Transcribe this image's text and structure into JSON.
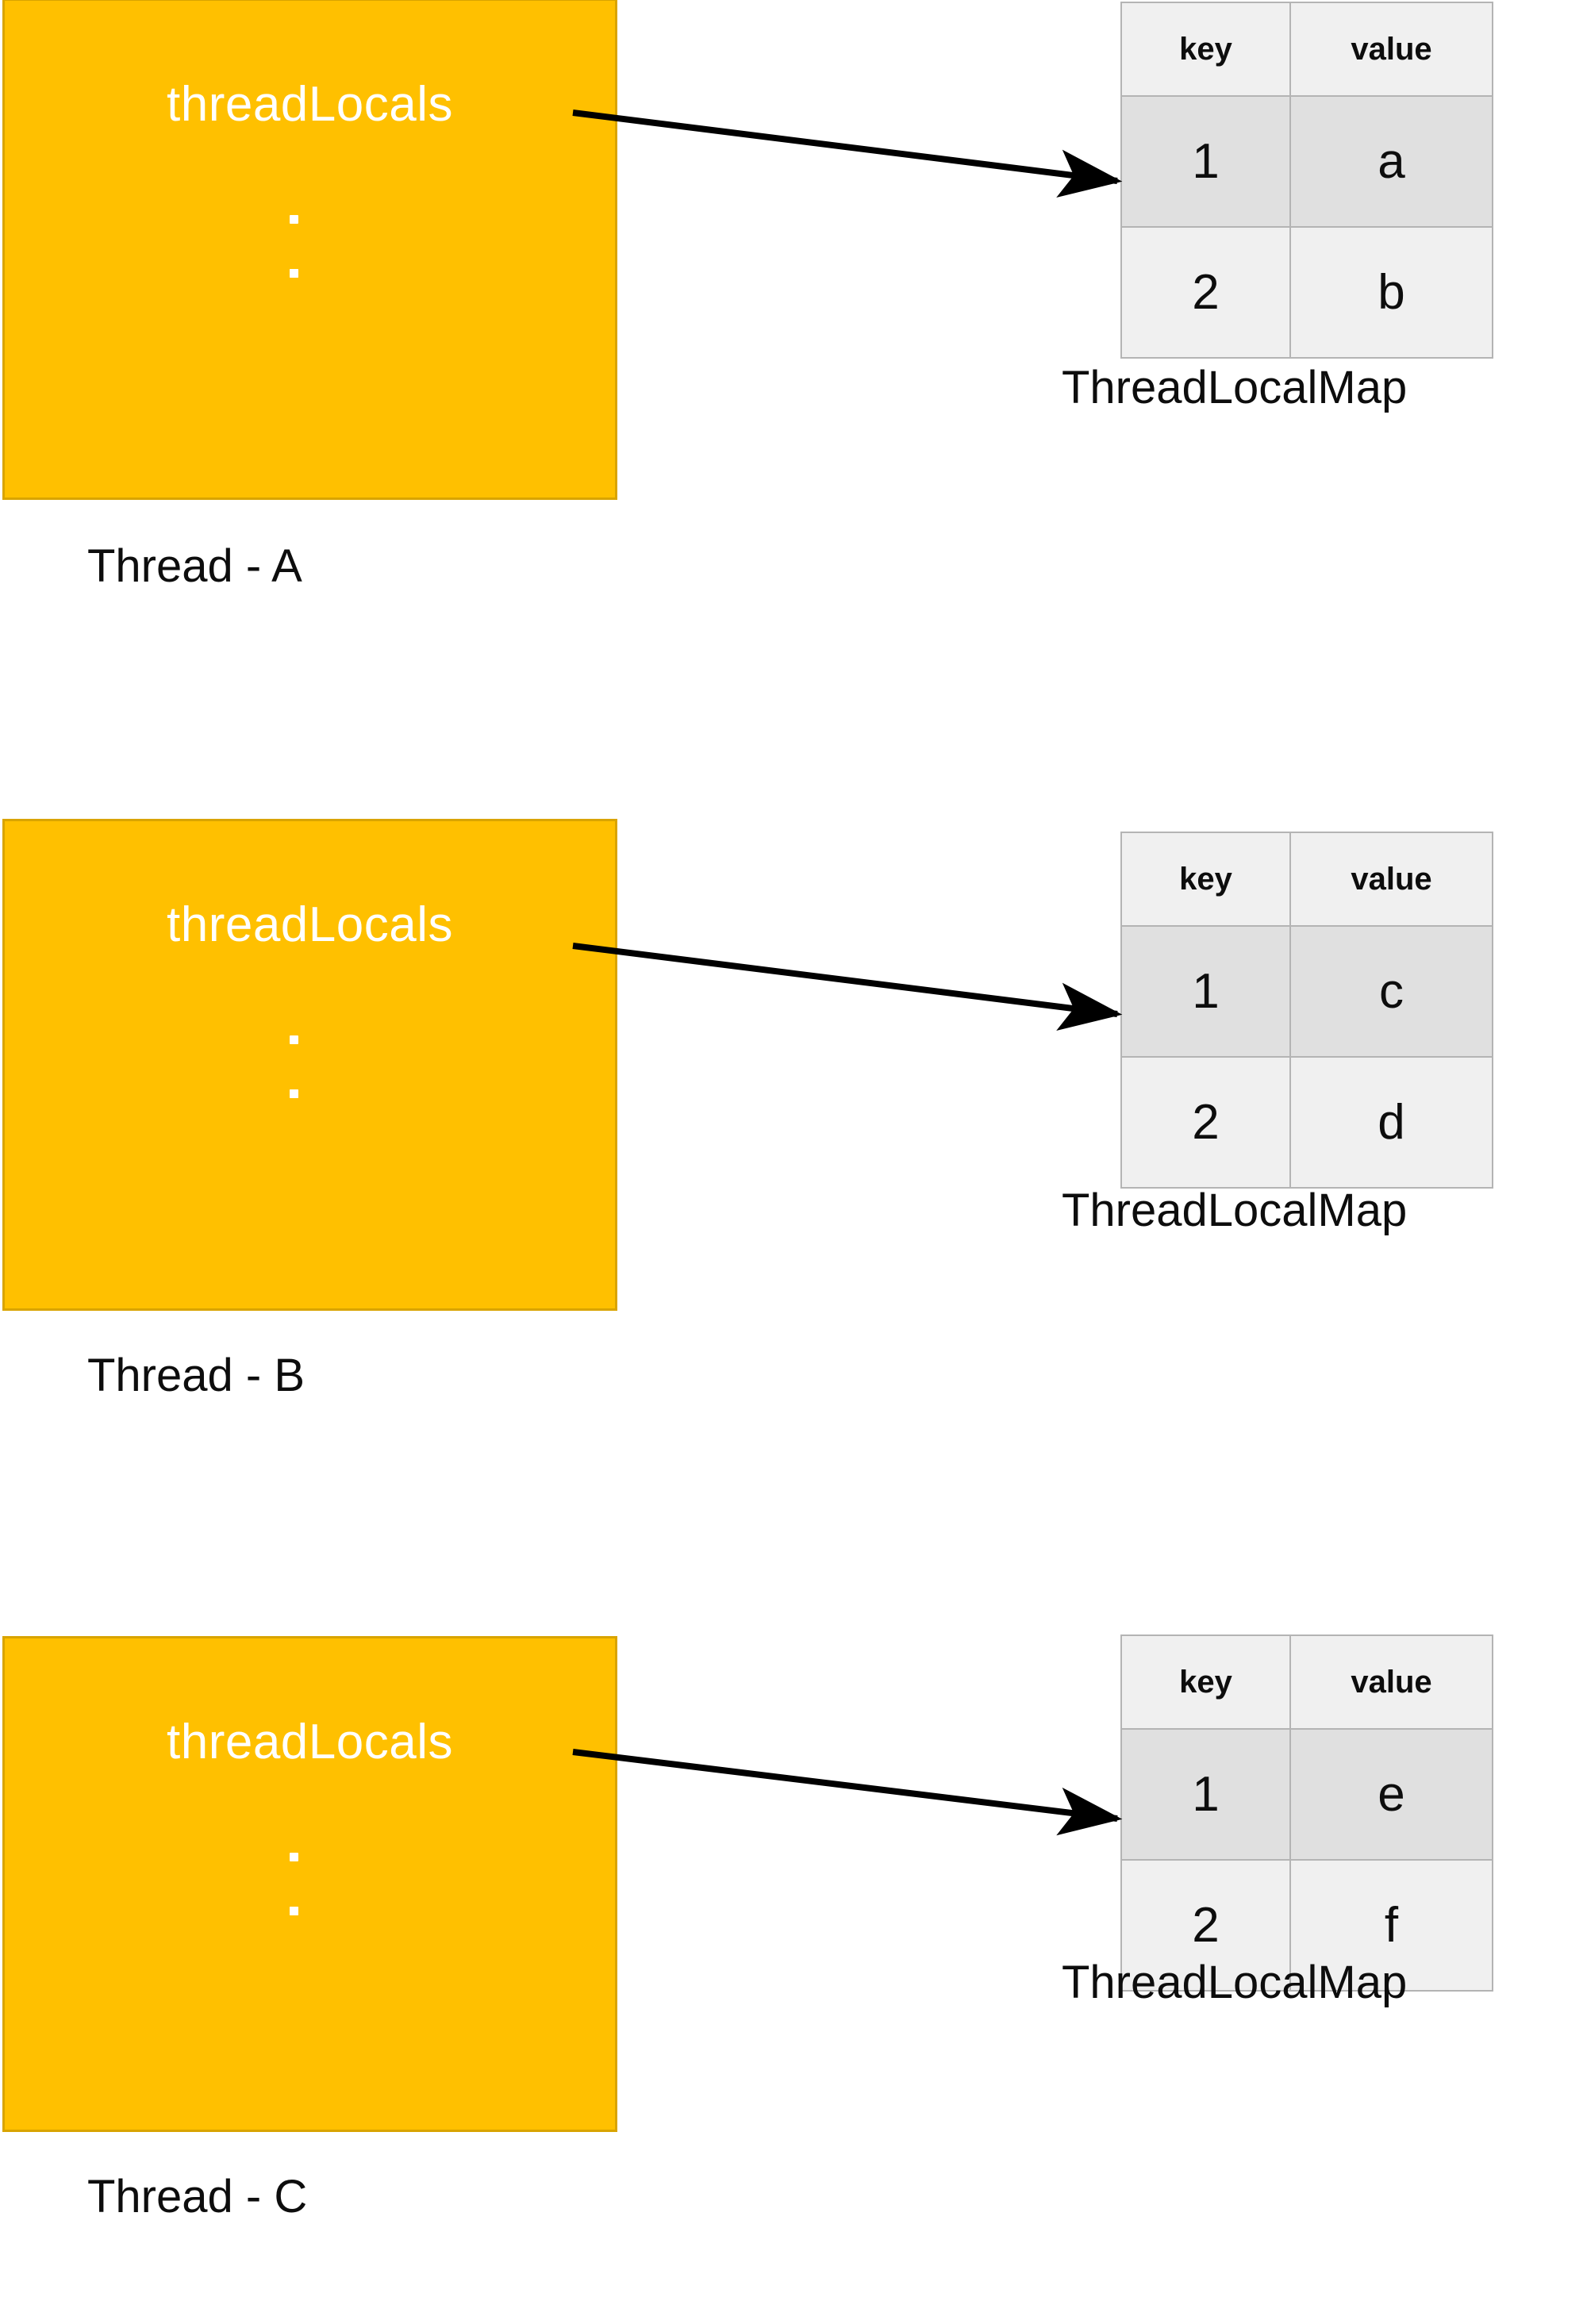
{
  "diagram": {
    "title": "ThreadLocal per-thread ThreadLocalMap",
    "colors": {
      "thread_box_fill": "#FFC000",
      "thread_box_border": "#D9A400",
      "thread_box_text": "#FFFFFF",
      "table_header_bg": "#F0F0F0",
      "table_row_bg": "#F0F0F0",
      "table_row_highlight_bg": "#E0E0E0",
      "table_border": "#B4B4B4",
      "arrow": "#000000",
      "caption_text": "#0D0D0D",
      "background": "#FFFFFF"
    },
    "field_label": "threadLocals",
    "ellipsis_dots": [
      ".",
      ".",
      "."
    ],
    "map_columns": [
      "key",
      "value"
    ],
    "map_caption": "ThreadLocalMap",
    "threads": [
      {
        "caption": "Thread - A",
        "field_label": "threadLocals",
        "map_caption": "ThreadLocalMap",
        "columns": [
          "key",
          "value"
        ],
        "rows": [
          {
            "key": "1",
            "value": "a",
            "highlight": true
          },
          {
            "key": "2",
            "value": "b",
            "highlight": false
          }
        ]
      },
      {
        "caption": "Thread - B",
        "field_label": "threadLocals",
        "map_caption": "ThreadLocalMap",
        "columns": [
          "key",
          "value"
        ],
        "rows": [
          {
            "key": "1",
            "value": "c",
            "highlight": true
          },
          {
            "key": "2",
            "value": "d",
            "highlight": false
          }
        ]
      },
      {
        "caption": "Thread - C",
        "field_label": "threadLocals",
        "map_caption": "ThreadLocalMap",
        "columns": [
          "key",
          "value"
        ],
        "rows": [
          {
            "key": "1",
            "value": "e",
            "highlight": true
          },
          {
            "key": "2",
            "value": "f",
            "highlight": false
          }
        ]
      }
    ]
  }
}
